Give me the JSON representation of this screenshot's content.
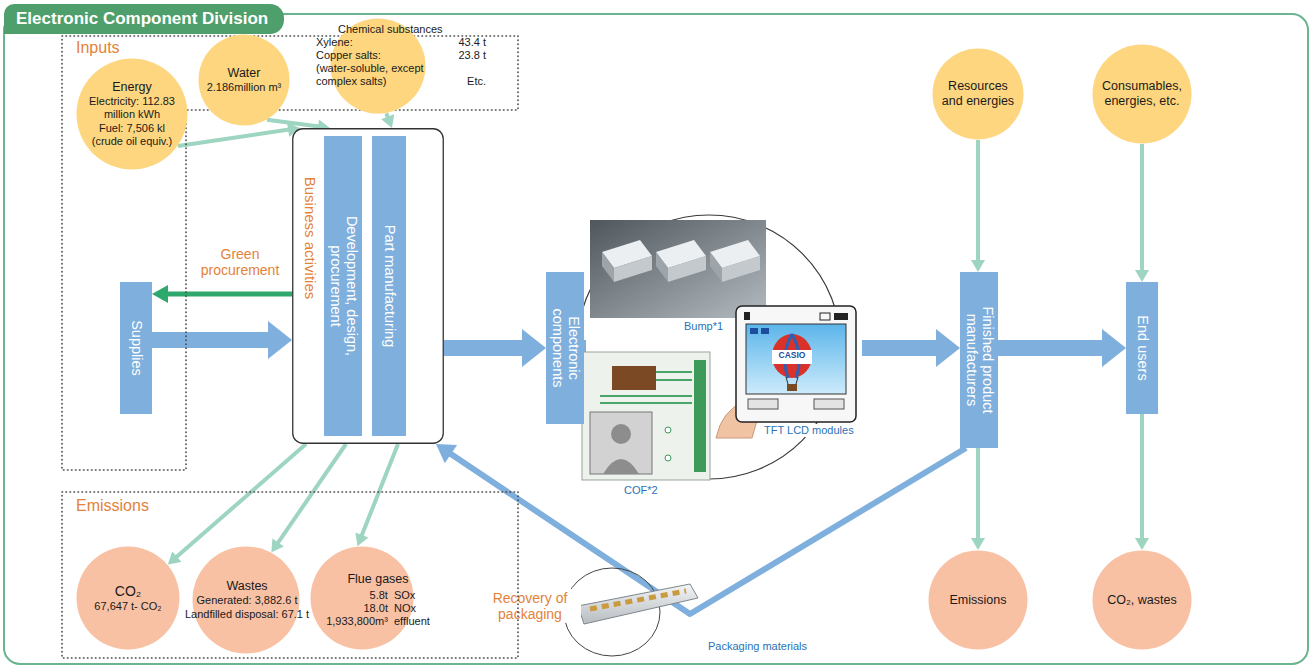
{
  "diagram": {
    "title": "Electronic Component Division",
    "nodes": [
      {
        "text": [
          "Inputs"
        ]
      },
      {
        "text": [
          "Energy",
          "Electricity: 112.83 million kWh",
          "Fuel: 7,506 kl (crude oil equiv.)"
        ],
        "in": 0
      },
      {
        "text": [
          "Water",
          "2.186million m³"
        ],
        "in": 0
      },
      {
        "text": [
          "Chemical substances",
          "Xylene:",
          "43.4 t",
          "Copper salts:",
          "23.8 t",
          "(water-soluble, except complex salts)",
          "Etc."
        ],
        "in": 0
      },
      {
        "text": [
          "Supplies"
        ],
        "in": 0
      },
      {
        "text": [
          "Business activities"
        ]
      },
      {
        "text": [
          "Development, design, procurement"
        ],
        "in": 5
      },
      {
        "text": [
          "Part manufacturing"
        ],
        "in": 5
      },
      {
        "text": [
          "Electronic components"
        ]
      },
      {
        "text": [
          "Finished product manufacturers"
        ]
      },
      {
        "text": [
          "End users"
        ]
      },
      {
        "text": [
          "Resources and energies"
        ]
      },
      {
        "text": [
          "Consumables, energies, etc."
        ]
      },
      {
        "text": [
          "Emissions"
        ]
      },
      {
        "text": [
          "CO₂",
          "67,647 t- CO₂"
        ],
        "in": 13
      },
      {
        "text": [
          "Wastes",
          "Generated: 3,882.6 t",
          "Landfilled disposal: 67.1 t"
        ],
        "in": 13
      },
      {
        "text": [
          "Flue gases",
          "5.8t",
          "SOx",
          "18.0t",
          "NOx",
          "1,933,800m³",
          "effluent"
        ],
        "in": 13
      },
      {
        "text": [
          "Emissions"
        ]
      },
      {
        "text": [
          "CO₂, wastes"
        ]
      }
    ],
    "edges": [
      {
        "from": 1,
        "to": 5,
        "arrow": "to"
      },
      {
        "from": 2,
        "to": 5,
        "arrow": "to"
      },
      {
        "from": 3,
        "to": 5,
        "arrow": "to"
      },
      {
        "from": 5,
        "to": 4,
        "label": "Green procurement",
        "arrow": "to"
      },
      {
        "from": 4,
        "to": 5,
        "arrow": "to"
      },
      {
        "from": 5,
        "to": 8,
        "arrow": "to"
      },
      {
        "from": 8,
        "to": 9,
        "arrow": "to"
      },
      {
        "from": 9,
        "to": 10,
        "arrow": "to"
      },
      {
        "from": 11,
        "to": 9,
        "arrow": "to"
      },
      {
        "from": 12,
        "to": 10,
        "arrow": "to"
      },
      {
        "from": 9,
        "to": 17,
        "arrow": "to"
      },
      {
        "from": 10,
        "to": 18,
        "arrow": "to"
      },
      {
        "from": 5,
        "to": 14,
        "arrow": "to"
      },
      {
        "from": 5,
        "to": 15,
        "arrow": "to"
      },
      {
        "from": 5,
        "to": 16,
        "arrow": "to"
      },
      {
        "from": 9,
        "to": 5,
        "label": "Recovery of packaging",
        "arrow": "to"
      }
    ],
    "labels": [
      "Bump*1",
      "CASIO",
      "TFT LCD modules",
      "COF*2",
      "Packaging materials"
    ]
  }
}
